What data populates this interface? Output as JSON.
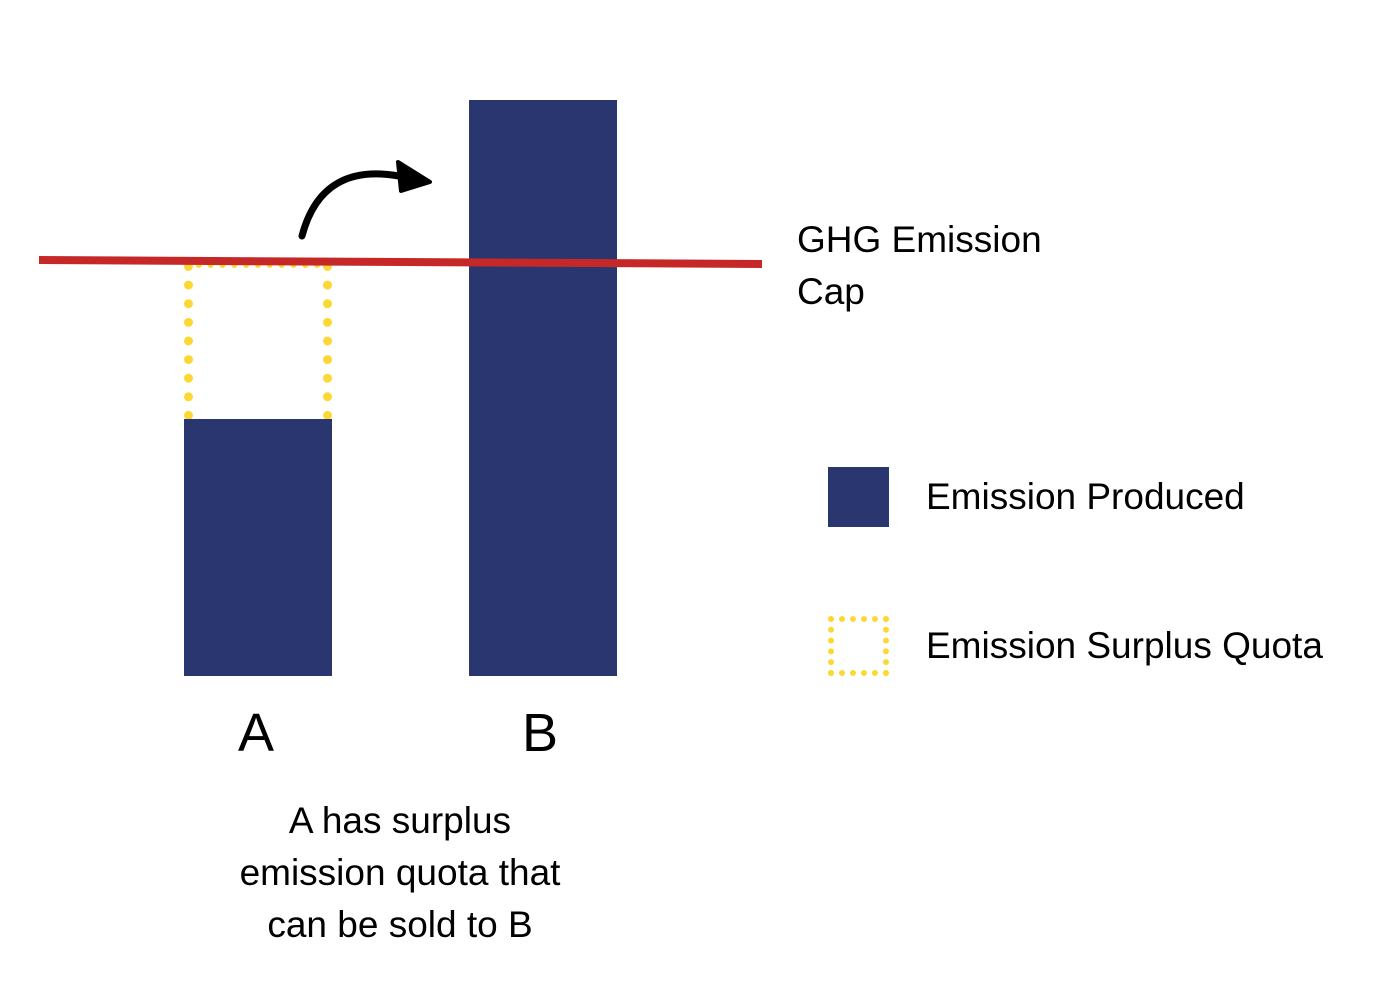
{
  "colors": {
    "emission_produced": "#29366f",
    "surplus_quota": "#fcd835",
    "cap_line": "#c62828",
    "arrow": "#000000",
    "background": "#ffffff"
  },
  "diagram": {
    "cap_label": "GHG Emission Cap",
    "cap_label_lines": [
      "GHG Emission",
      "Cap"
    ],
    "bars": [
      {
        "label": "A",
        "relative_emission": "below cap",
        "has_surplus": true
      },
      {
        "label": "B",
        "relative_emission": "above cap",
        "has_surplus": false
      }
    ],
    "arrow": {
      "from": "A surplus",
      "to": "B",
      "icon": "curved-arrow-right-icon"
    },
    "caption_lines": [
      "A has surplus",
      "emission quota that",
      "can be sold to B"
    ],
    "caption": "A has surplus emission quota that can be sold to B"
  },
  "legend": {
    "items": [
      {
        "label": "Emission Produced",
        "style": "solid",
        "color": "#29366f"
      },
      {
        "label": "Emission Surplus Quota",
        "style": "dotted",
        "color": "#fcd835"
      }
    ]
  }
}
